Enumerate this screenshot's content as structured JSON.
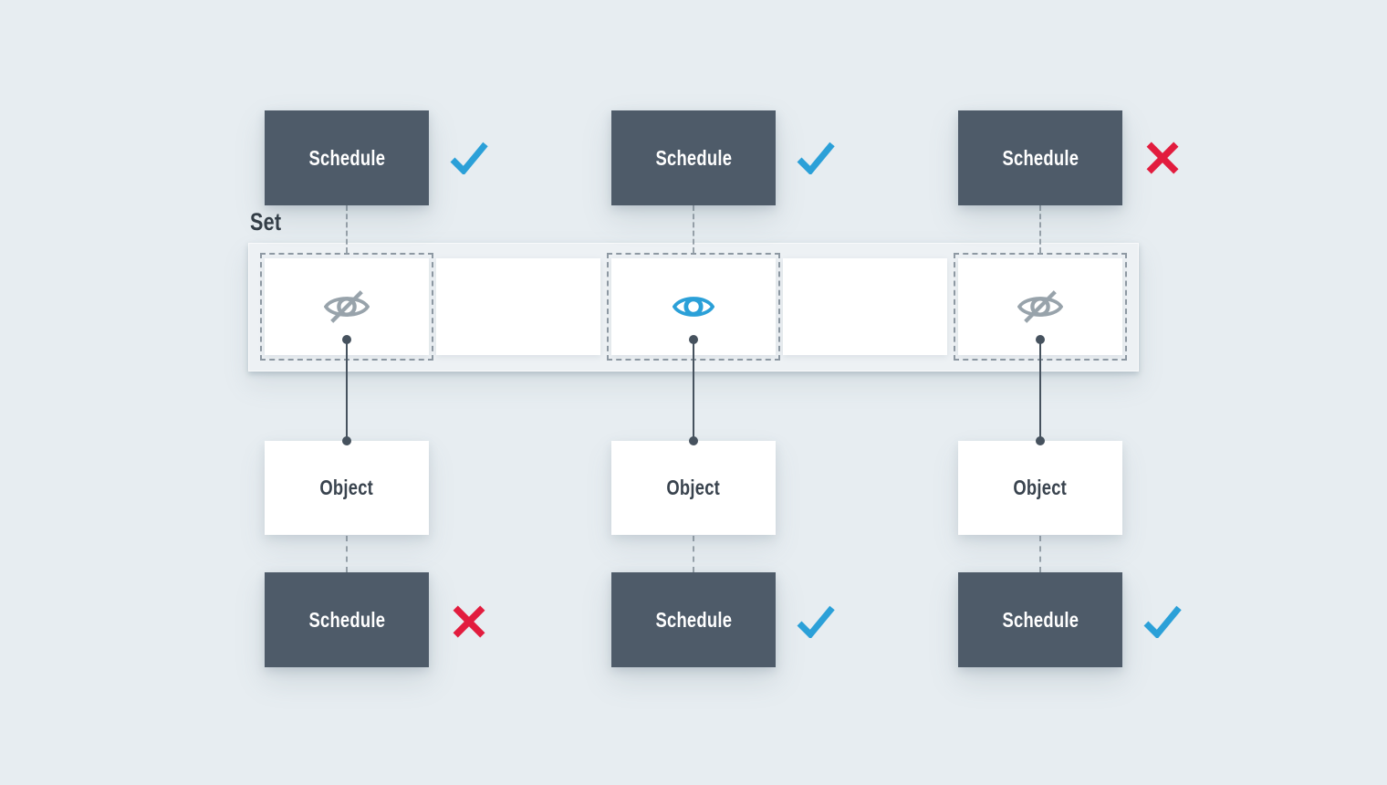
{
  "colors": {
    "background": "#e7edf1",
    "panel": "#edf1f4",
    "box_dark": "#4e5b69",
    "box_text_light": "#ffffff",
    "text_dark": "#39434e",
    "dashed_border": "#8e99a3",
    "connector": "#98a2aa",
    "connector_solid": "#46525e",
    "icon_gray": "#98a3ab",
    "accent_blue": "#2ba0d8",
    "accent_red": "#e21c3e"
  },
  "diagram": {
    "set_label": "Set",
    "top_row": [
      {
        "label": "Schedule",
        "mark": "check"
      },
      {
        "label": "Schedule",
        "mark": "check"
      },
      {
        "label": "Schedule",
        "mark": "cross"
      }
    ],
    "set_slots": [
      {
        "icon": "eye-off-icon",
        "state": "hidden"
      },
      {
        "icon": "eye-icon",
        "state": "visible"
      },
      {
        "icon": "eye-off-icon",
        "state": "hidden"
      }
    ],
    "objects": [
      {
        "label": "Object"
      },
      {
        "label": "Object"
      },
      {
        "label": "Object"
      }
    ],
    "bottom_row": [
      {
        "label": "Schedule",
        "mark": "cross"
      },
      {
        "label": "Schedule",
        "mark": "check"
      },
      {
        "label": "Schedule",
        "mark": "check"
      }
    ]
  }
}
